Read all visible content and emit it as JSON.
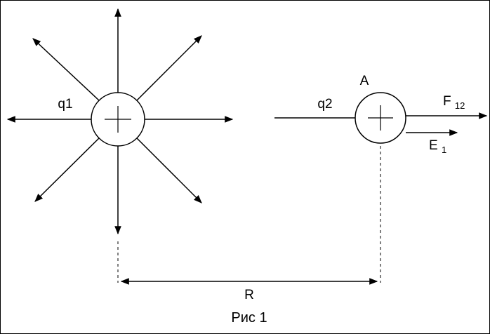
{
  "figure": {
    "charge1_label": "q1",
    "charge2_label": "q2",
    "point_label": "A",
    "force_label": "F",
    "force_sub": "12",
    "field_label": "E",
    "field_sub": "1",
    "distance_label": "R",
    "caption": "Рис 1"
  },
  "colors": {
    "line": "#000000",
    "background": "#ffffff"
  },
  "semantics": {
    "description_elements": [
      "point-charge-q1-with-radial-field-lines",
      "point-charge-q2-at-point-A",
      "force-vector-F12",
      "field-vector-E1",
      "distance-R-dimension"
    ]
  }
}
